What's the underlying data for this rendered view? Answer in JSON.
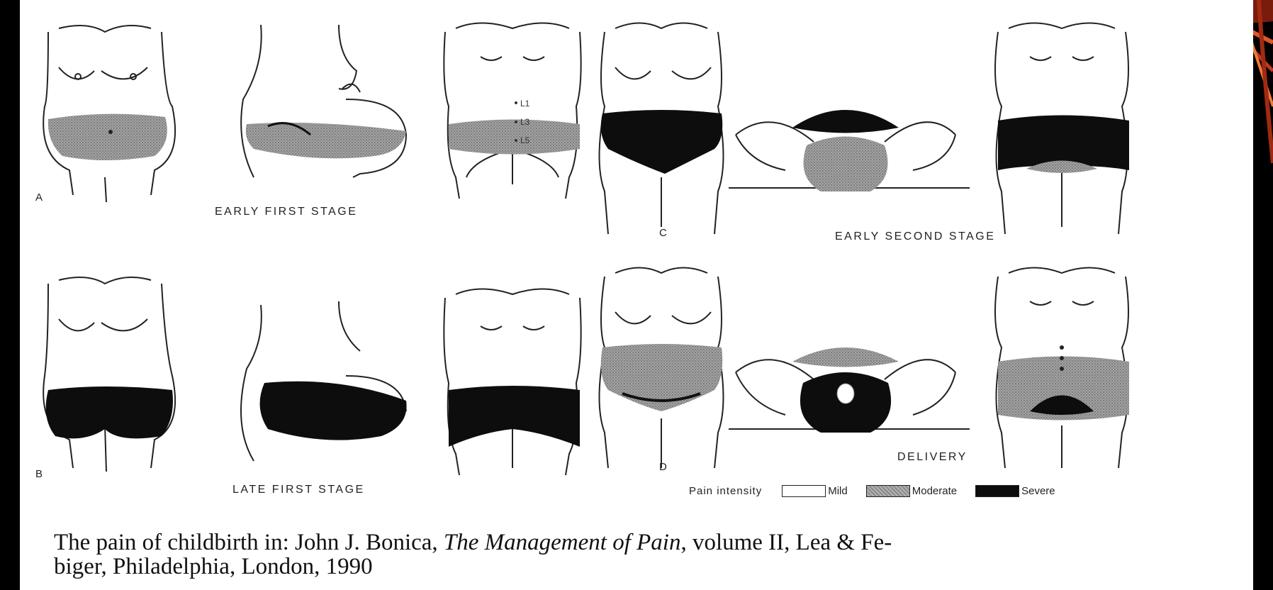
{
  "colors": {
    "background": "#000000",
    "panel": "#ffffff",
    "ink": "#222222",
    "mild": "#ffffff",
    "moderate": "#9a9a9a",
    "severe": "#0d0d0d",
    "decoration": "#c0391b"
  },
  "panels": {
    "a": {
      "letter": "A",
      "stage": "EARLY FIRST STAGE"
    },
    "b": {
      "letter": "B",
      "stage": "LATE FIRST STAGE"
    },
    "c": {
      "letter": "C",
      "stage": "EARLY SECOND STAGE"
    },
    "d": {
      "letter": "D",
      "stage": "DELIVERY"
    }
  },
  "vertebrae": {
    "l1": "L1",
    "l3": "L3",
    "l5": "L5"
  },
  "legend": {
    "title": "Pain intensity",
    "items": [
      {
        "label": "Mild",
        "color": "#ffffff"
      },
      {
        "label": "Moderate",
        "color": "#9a9a9a"
      },
      {
        "label": "Severe",
        "color": "#0d0d0d"
      }
    ]
  },
  "caption": {
    "prefix": "The pain of childbirth in: John J. Bonica, ",
    "title": "The Management of Pain",
    "suffix": ", volume II, Lea & Fe-",
    "line2": "biger, Philadelphia, London, 1990"
  }
}
